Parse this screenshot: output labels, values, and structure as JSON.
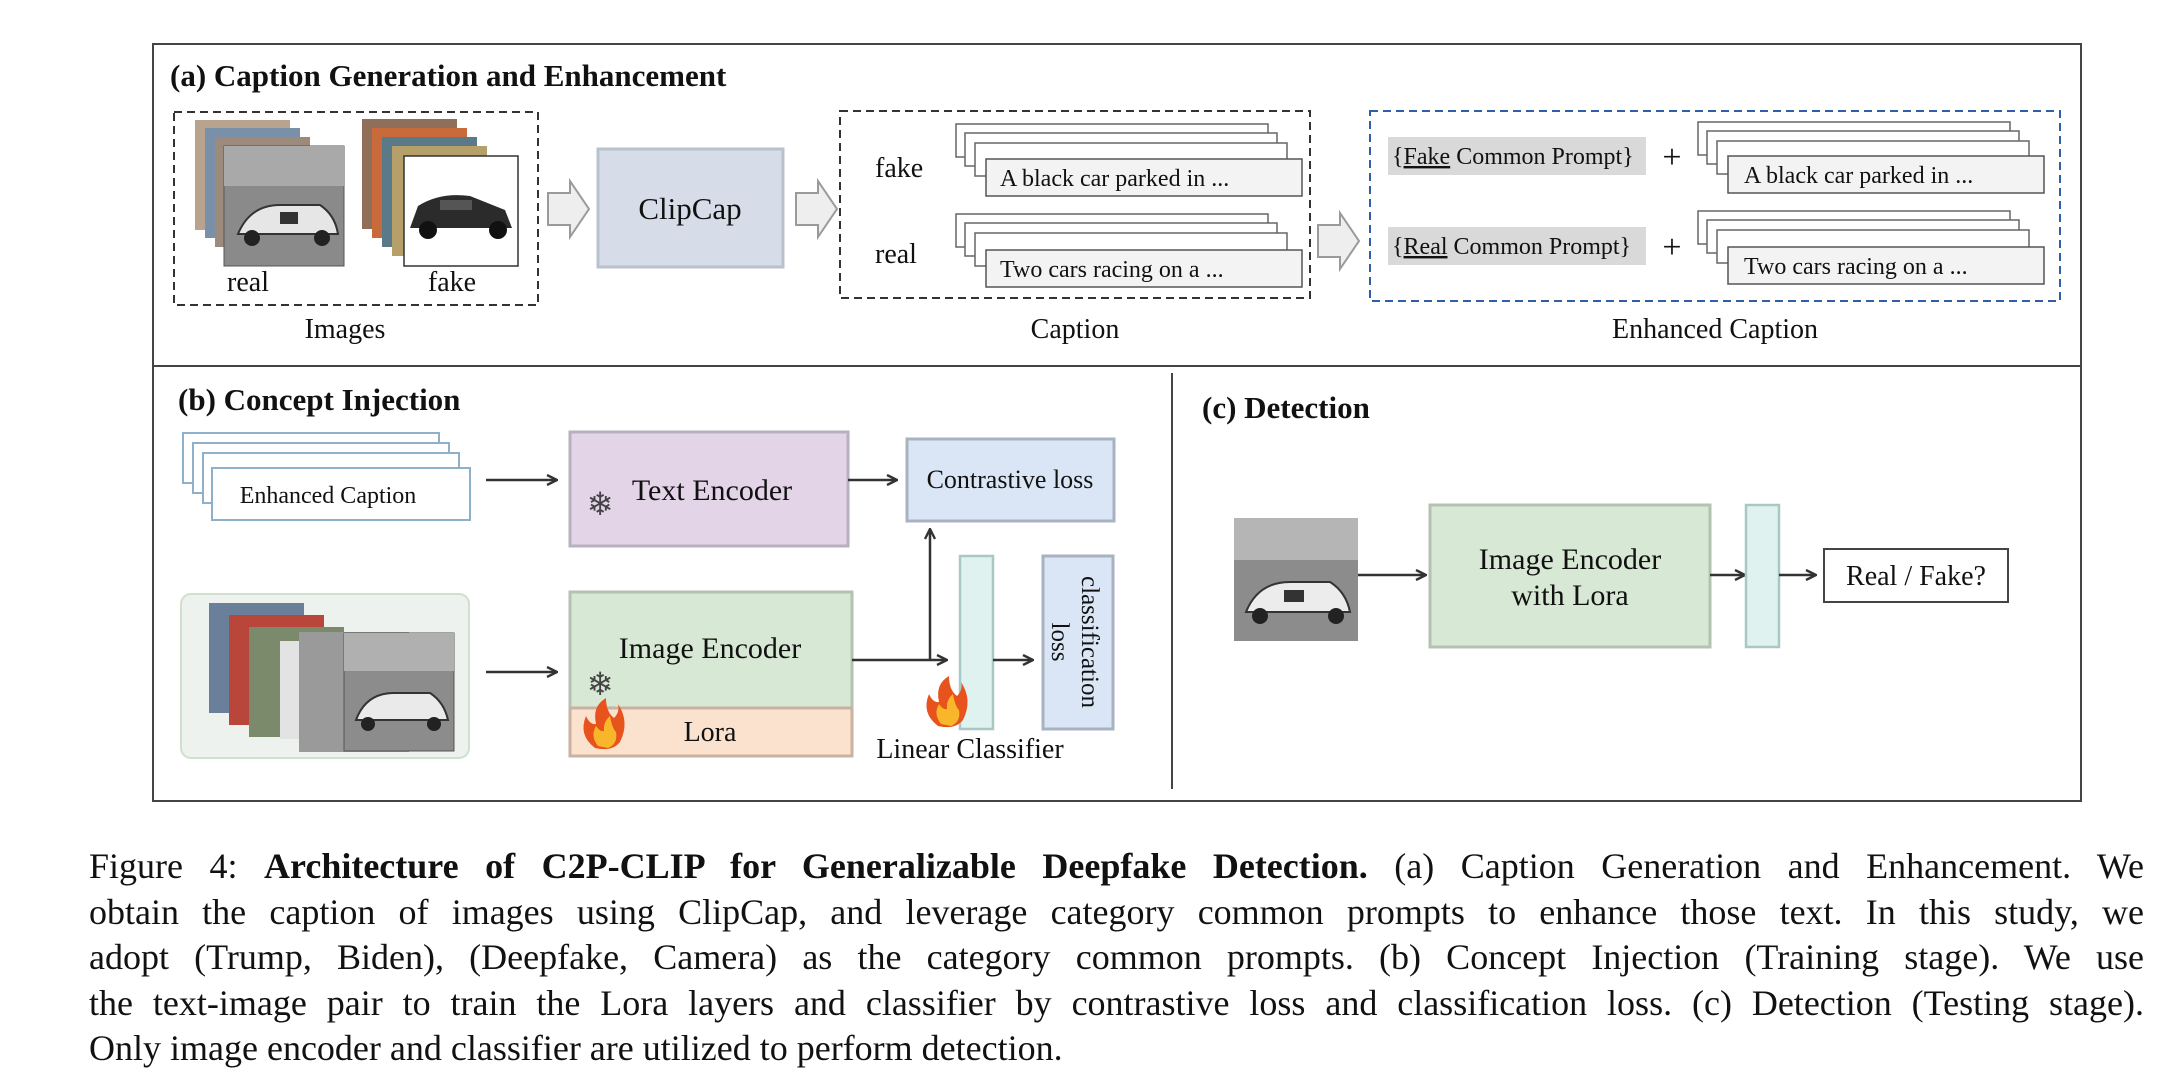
{
  "panels": {
    "a": {
      "title": "(a) Caption Generation and Enhancement",
      "images_label": "Images",
      "real_label": "real",
      "fake_label": "fake",
      "clipcap_label": "ClipCap",
      "caption_label": "Caption",
      "caption_fake_tag": "fake",
      "caption_real_tag": "real",
      "caption_fake_text": "A black car parked in ...",
      "caption_real_text": "Two cars racing on a ...",
      "enhanced_caption_label": "Enhanced Caption",
      "fake_prompt_open": "{",
      "fake_prompt_word": "Fake",
      "fake_prompt_rest": " Common Prompt}",
      "real_prompt_open": "{",
      "real_prompt_word": "Real",
      "real_prompt_rest": " Common Prompt}",
      "plus": "+"
    },
    "b": {
      "title": "(b) Concept Injection",
      "enhanced_caption": "Enhanced Caption",
      "text_encoder": "Text Encoder",
      "contrastive_loss": "Contrastive loss",
      "image_encoder": "Image Encoder",
      "lora": "Lora",
      "linear_classifier": "Linear Classifier",
      "classification_loss_1": "classification",
      "classification_loss_2": "loss"
    },
    "c": {
      "title": "(c) Detection",
      "image_encoder_1": "Image Encoder",
      "image_encoder_2": "with Lora",
      "output": "Real / Fake?"
    }
  },
  "caption": {
    "line1_label": "Figure 4: ",
    "line1_bold": "Architecture of C2P-CLIP for Generalizable Deepfake Detection.",
    "line1_rest": " (a) Caption Generation and Enhancement. We",
    "line2": "obtain the caption of images using ClipCap, and leverage category common prompts to enhance those text. In this study, we",
    "line3": "adopt (Trump, Biden), (Deepfake, Camera) as the category common prompts. (b) Concept Injection (Training stage). We use",
    "line4": "the text-image pair to train the Lora layers and classifier by contrastive loss and classification loss. (c) Detection (Testing stage).",
    "line5": "Only image encoder and classifier are utilized to perform detection."
  },
  "colors": {
    "clipcap_fill": "#d6dde8",
    "text_encoder_fill": "#e3d4e8",
    "contrastive_fill": "#dae6f6",
    "image_encoder_fill": "#d7e8d4",
    "lora_fill": "#fbe2cf",
    "classifier_fill": "#dff2f0",
    "classification_loss_fill": "#dae6f6",
    "enhanced_border": "#2f5fa8",
    "prompt_fill": "#d9d9d9"
  }
}
